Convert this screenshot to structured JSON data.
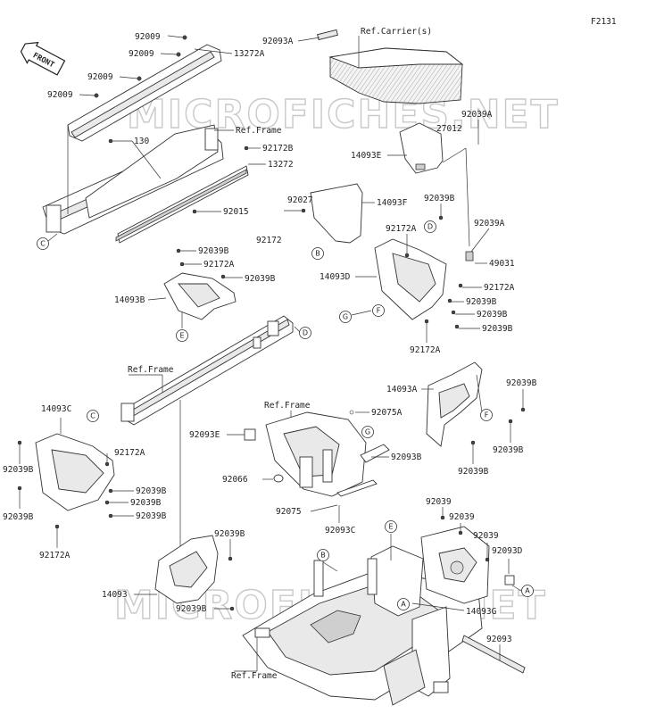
{
  "figure_code": "F2131",
  "front_badge": "FRONT",
  "watermarks": [
    "MICROFICHES.NET",
    "MICROFICHES.NET"
  ],
  "callouts": {
    "c1": "C",
    "c2": "C",
    "b1": "B",
    "b2": "B",
    "d1": "D",
    "d2": "D",
    "e1": "E",
    "e2": "E",
    "f1": "F",
    "f2": "F",
    "g1": "G",
    "g2": "G",
    "a1": "A",
    "a2": "A"
  },
  "labels": {
    "l92009_1": "92009",
    "l92009_2": "92009",
    "l92009_3": "92009",
    "l92009_4": "92009",
    "l13272a": "13272A",
    "l130": "130",
    "refframe_top": "Ref.Frame",
    "l92172b": "92172B",
    "l13272": "13272",
    "l92015": "92015",
    "l92093a": "92093A",
    "refcarrier": "Ref.Carrier(s)",
    "l92039a_1": "92039A",
    "l27012": "27012",
    "l14093e": "14093E",
    "l92027": "92027",
    "l14093f": "14093F",
    "l92172": "92172",
    "l92039b_r1": "92039B",
    "l92172a_r1": "92172A",
    "l92039a_2": "92039A",
    "l49031": "49031",
    "l14093d": "14093D",
    "l92172a_r2": "92172A",
    "l92039b_r2": "92039B",
    "l92039b_r3": "92039B",
    "l92039b_r4": "92039B",
    "l92172a_r3": "92172A",
    "l92039b_m1": "92039B",
    "l92172a_m1": "92172A",
    "l92039b_m2": "92039B",
    "l14093b": "14093B",
    "refframe_mid": "Ref.Frame",
    "l14093a": "14093A",
    "l92039b_a1": "92039B",
    "l92039b_a2": "92039B",
    "l92039b_a3": "92039B",
    "l14093c": "14093C",
    "l92172a_c1": "92172A",
    "l92039b_c1": "92039B",
    "l92039b_c2": "92039B",
    "l92039b_c3": "92039B",
    "l92039b_c4": "92039B",
    "l92039b_c5": "92039B",
    "l92172a_c2": "92172A",
    "refframe_center": "Ref.Frame",
    "l92075a": "92075A",
    "l92093e": "92093E",
    "l92093b": "92093B",
    "l92066": "92066",
    "l92075": "92075",
    "l92093c": "92093C",
    "l92039_1": "92039",
    "l92039_2": "92039",
    "l92039_3": "92039",
    "l92093d": "92093D",
    "l92039b_b1": "92039B",
    "l14093": "14093",
    "l92039b_b2": "92039B",
    "l14093g": "14093G",
    "l92093": "92093",
    "refframe_bottom": "Ref.Frame"
  }
}
